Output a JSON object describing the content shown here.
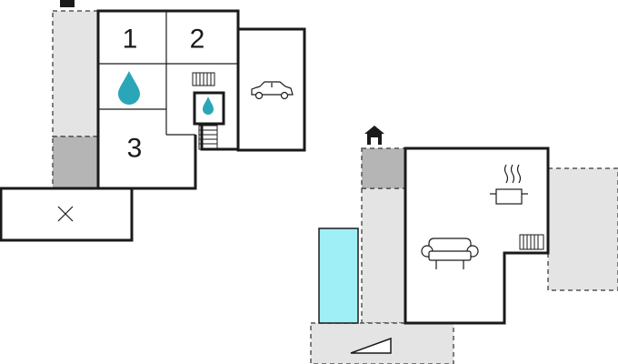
{
  "rooms": [
    {
      "key": "bedroom-1",
      "label": "1"
    },
    {
      "key": "bedroom-2",
      "label": "2"
    },
    {
      "key": "bedroom-3",
      "label": "3"
    }
  ],
  "colors": {
    "wall": "#1a1a1a",
    "outdoor_area": "#e4e4e4",
    "covered_terrace": "#b5b5b5",
    "pool": "#9ef0f6",
    "water_drop": "#2aa6b8",
    "background": "#ffffff"
  },
  "icons": [
    "water-drop-icon",
    "radiator-icon",
    "car-icon",
    "stairs-icon",
    "house-icon",
    "cooking-pot-icon",
    "sofa-icon",
    "sunlounger-icon",
    "cross-icon"
  ]
}
